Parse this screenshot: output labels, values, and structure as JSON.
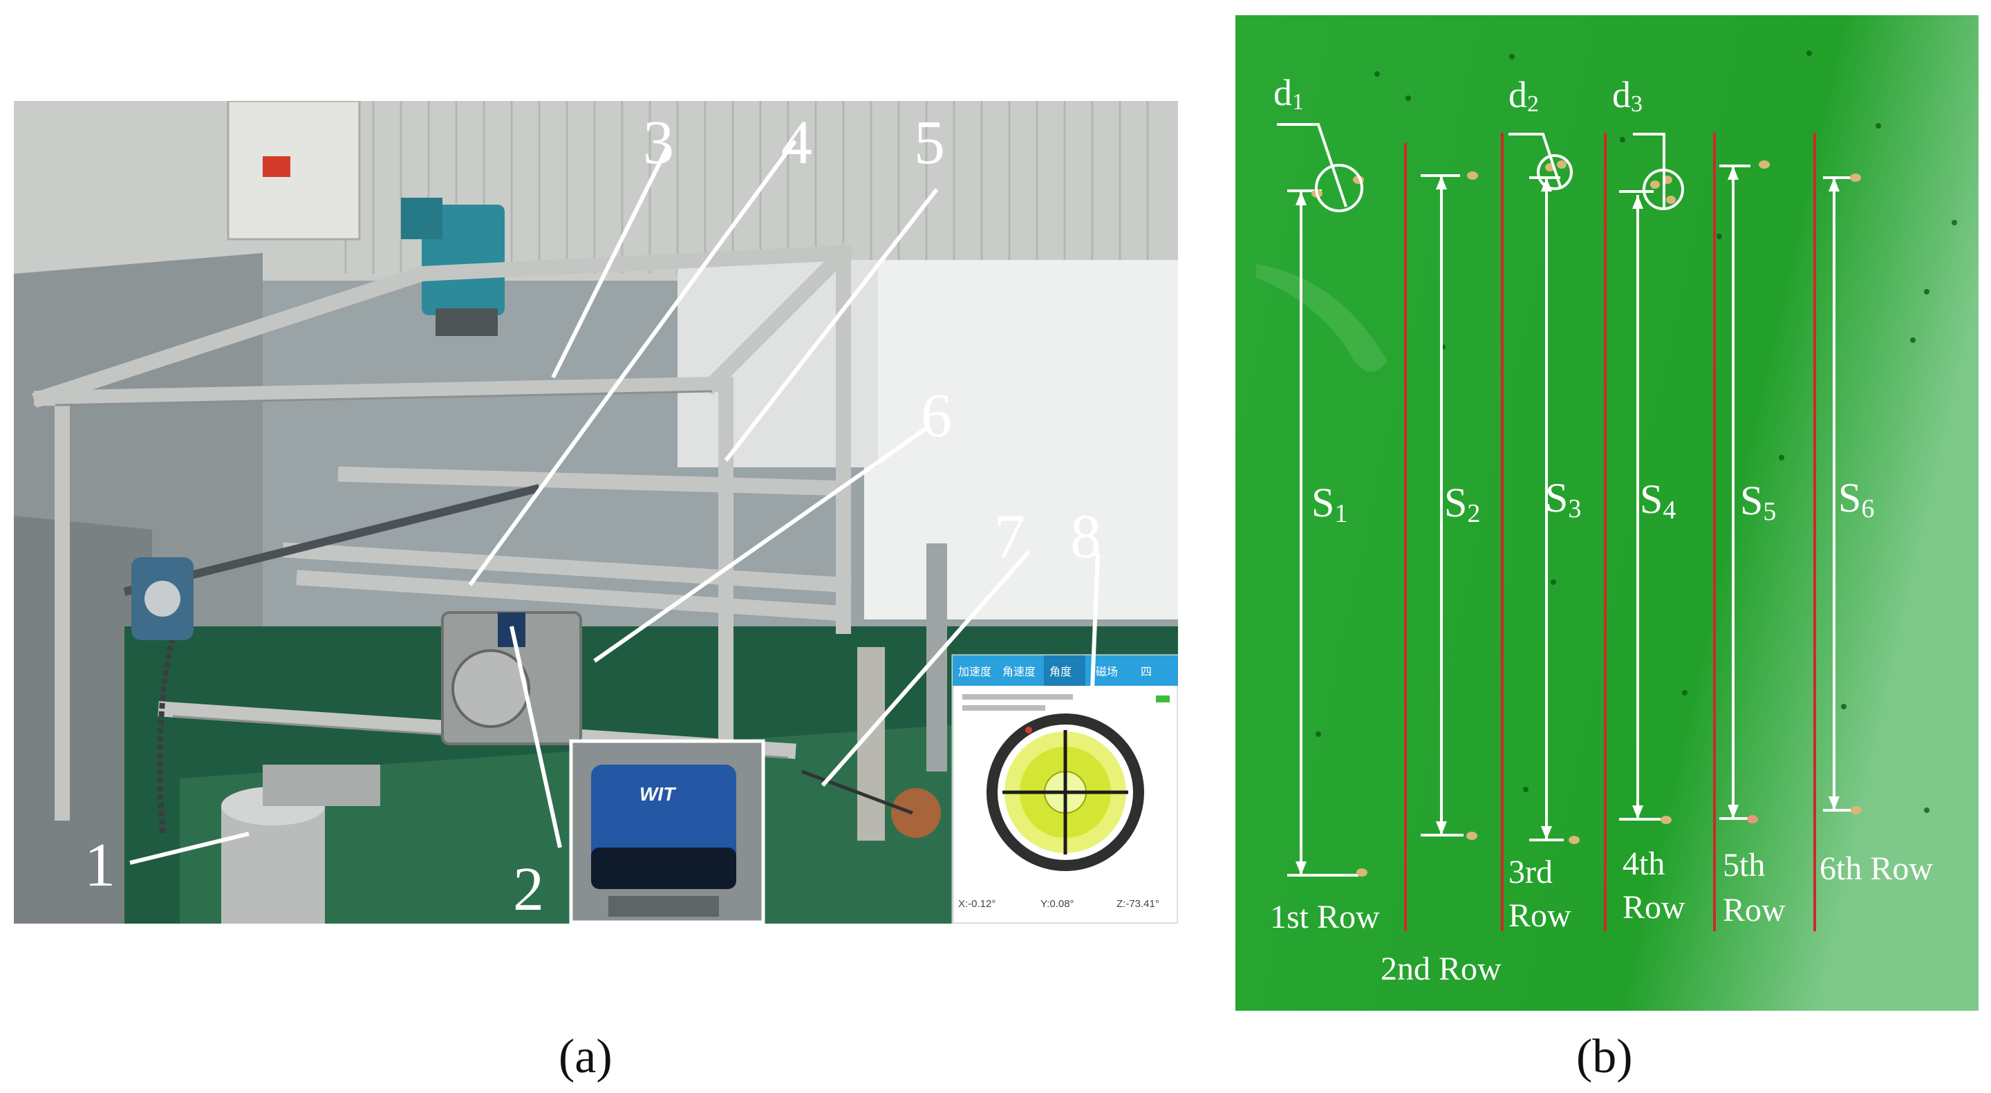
{
  "panel_a": {
    "caption": "(a)",
    "callouts": [
      "1",
      "2",
      "3",
      "4",
      "5",
      "6",
      "7",
      "8"
    ],
    "phone_screen": {
      "tabs": [
        "加速度",
        "角速度",
        "角度",
        "磁场",
        "四"
      ],
      "footer": [
        "X:-0.12°",
        "Y:0.08°",
        "Z:-73.41°"
      ]
    },
    "sensor_brand": "WIT"
  },
  "panel_b": {
    "caption": "(b)",
    "diameter_labels": [
      {
        "main": "d",
        "sub": "1"
      },
      {
        "main": "d",
        "sub": "2"
      },
      {
        "main": "d",
        "sub": "3"
      }
    ],
    "spacing_labels": [
      {
        "main": "S",
        "sub": "1"
      },
      {
        "main": "S",
        "sub": "2"
      },
      {
        "main": "S",
        "sub": "3"
      },
      {
        "main": "S",
        "sub": "4"
      },
      {
        "main": "S",
        "sub": "5"
      },
      {
        "main": "S",
        "sub": "6"
      }
    ],
    "row_labels": [
      {
        "lines": [
          "1st Row"
        ]
      },
      {
        "lines": [
          "2nd Row"
        ]
      },
      {
        "lines": [
          "3rd",
          "Row"
        ]
      },
      {
        "lines": [
          "4th",
          "Row"
        ]
      },
      {
        "lines": [
          "5th",
          "Row"
        ]
      },
      {
        "lines": [
          "6th Row"
        ]
      }
    ]
  },
  "colors": {
    "board_green": "#24a12a",
    "row_line_red": "#d0272a",
    "callout_white": "#ffffff"
  }
}
